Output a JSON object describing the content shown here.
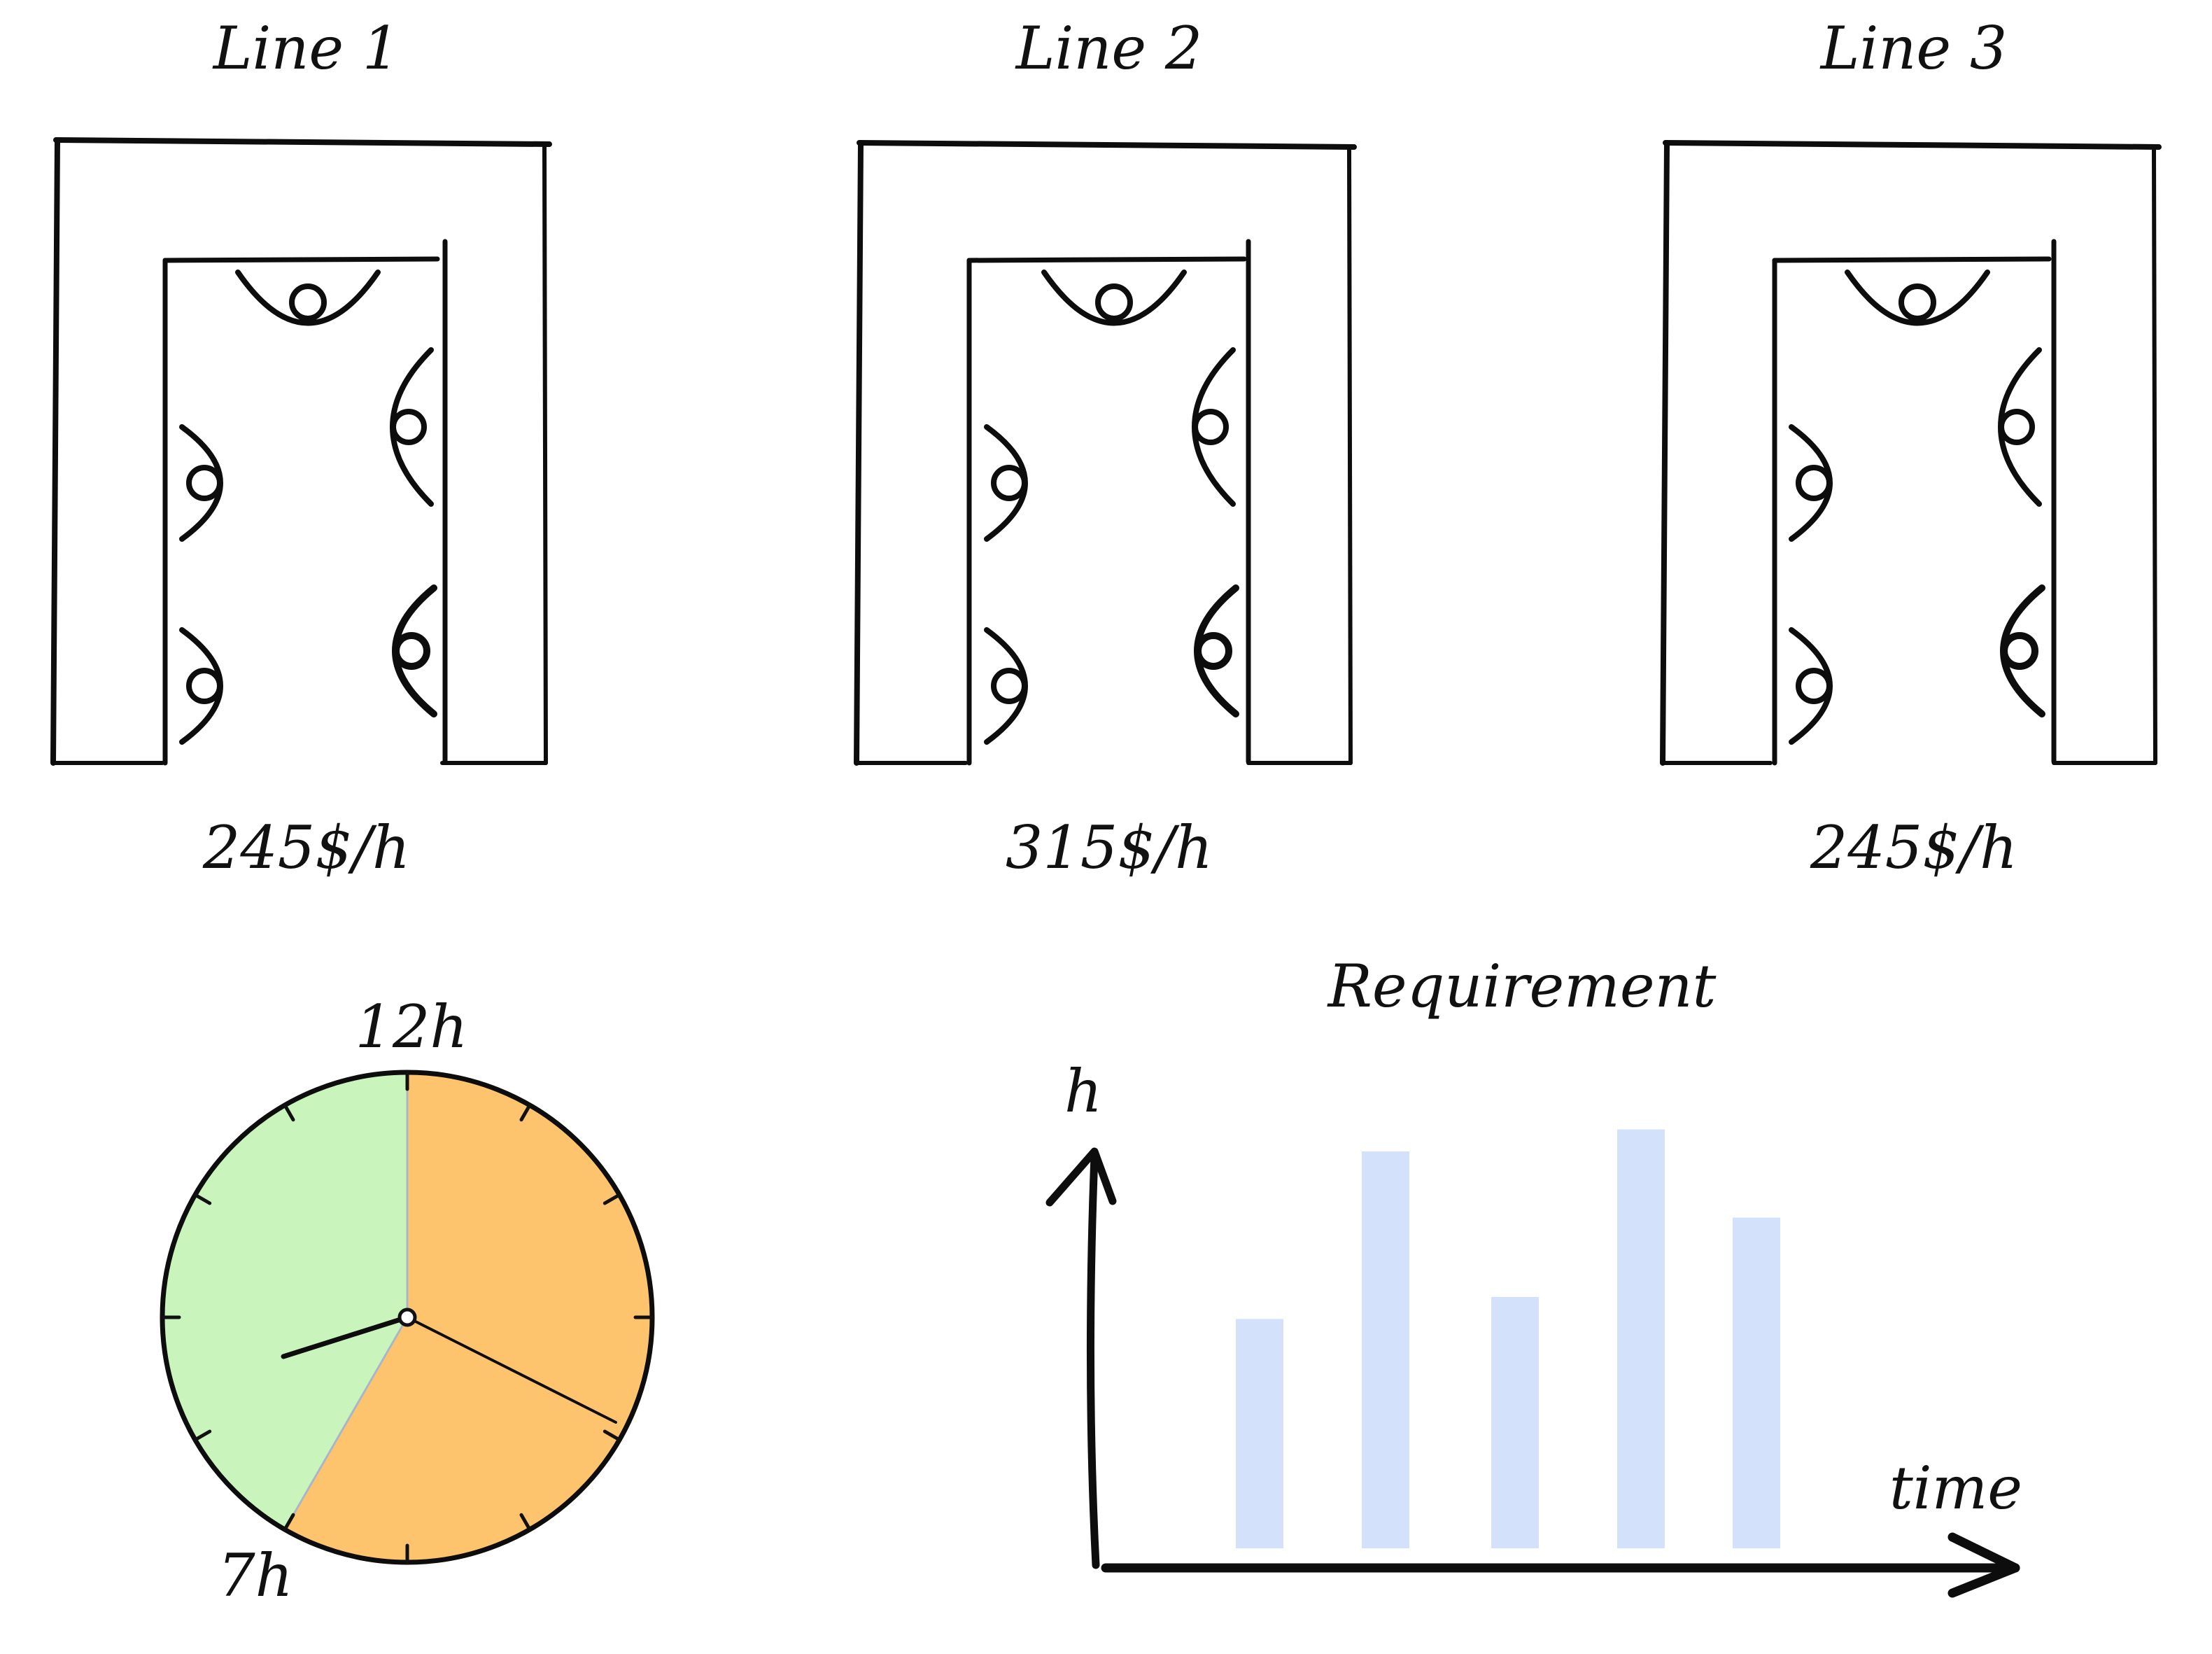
{
  "lines": [
    {
      "title": "Line 1",
      "rate": "245$/h",
      "workers": 5
    },
    {
      "title": "Line 2",
      "rate": "315$/h",
      "workers": 5
    },
    {
      "title": "Line 3",
      "rate": "245$/h",
      "workers": 5
    }
  ],
  "clock": {
    "top_label": "12h",
    "bottom_label": "7h",
    "active_fraction": 0.5833,
    "active_color": "#fec46d",
    "idle_color": "#c9f5bd"
  },
  "requirement": {
    "title": "Requirement",
    "y_axis_label": "h",
    "x_axis_label": "time",
    "bar_color": "#cfdefa"
  },
  "chart_data": {
    "type": "bar",
    "title": "Requirement",
    "xlabel": "time",
    "ylabel": "h",
    "values": [
      0.52,
      0.9,
      0.57,
      0.95,
      0.75
    ],
    "ylim": [
      0,
      1
    ]
  }
}
